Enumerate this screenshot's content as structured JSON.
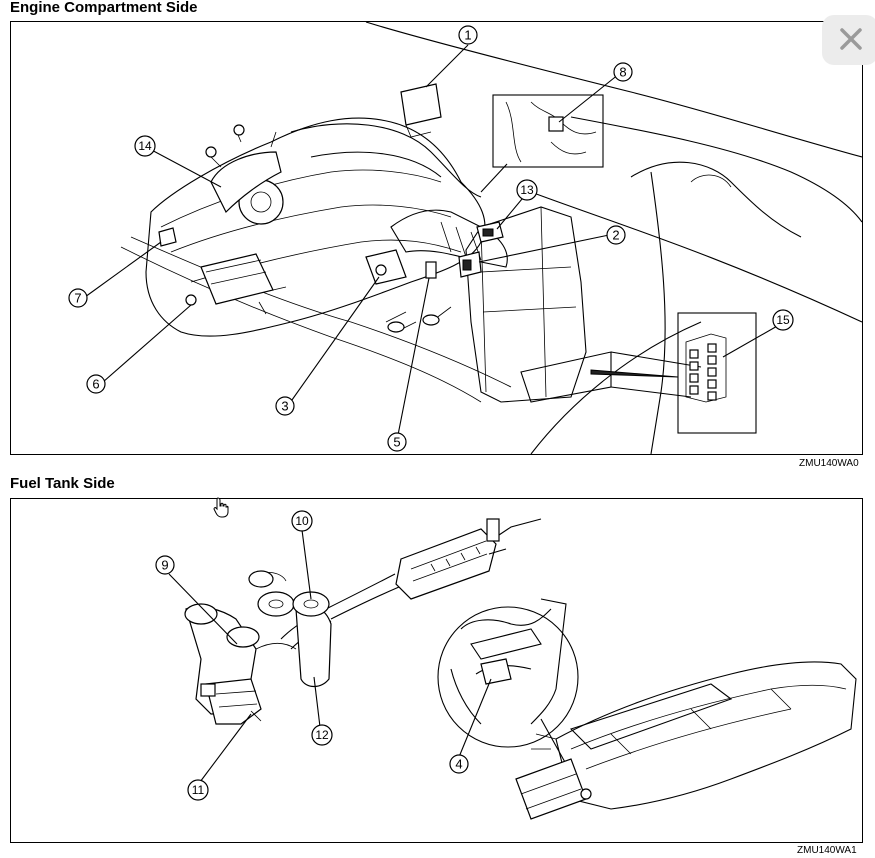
{
  "top_section": {
    "title": "Engine Compartment Side",
    "figure_code": "ZMU140WA0",
    "callouts": [
      "1",
      "2",
      "3",
      "5",
      "6",
      "7",
      "8",
      "13",
      "14",
      "15"
    ]
  },
  "bottom_section": {
    "title": "Fuel Tank Side",
    "figure_code": "ZMU140WA1",
    "callouts": [
      "4",
      "9",
      "10",
      "11",
      "12"
    ]
  },
  "controls": {
    "close_icon": "close-x-icon",
    "cursor_icon": "hand-pointer-icon"
  },
  "colors": {
    "line": "#000000",
    "background": "#ffffff",
    "close_button_bg": "#ececec",
    "close_glyph": "#9a9a9a"
  }
}
